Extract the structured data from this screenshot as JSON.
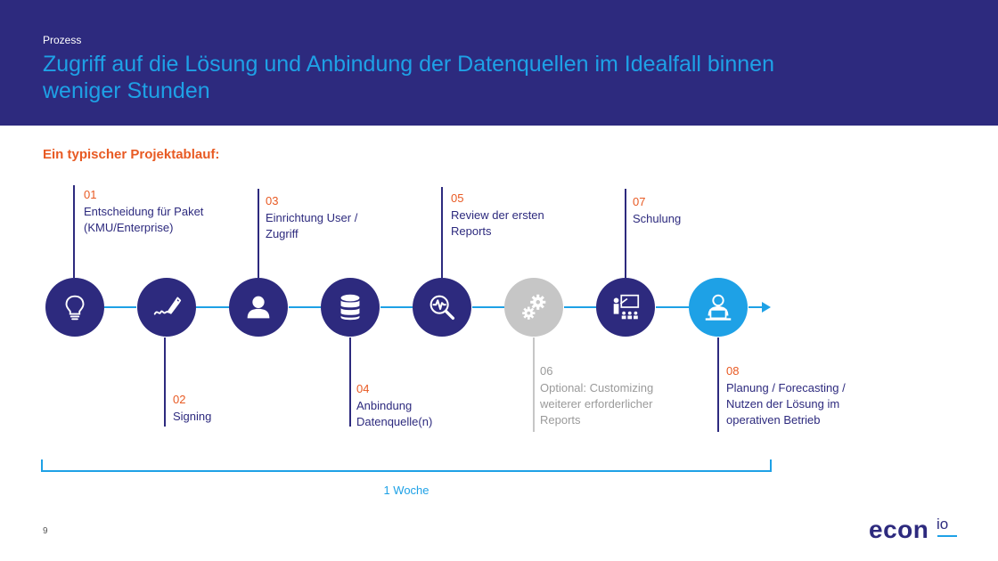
{
  "header": {
    "kicker": "Prozess",
    "title": "Zugriff auf die Lösung und Anbindung der Datenquellen im Idealfall binnen weniger Stunden"
  },
  "subtitle": "Ein typischer Projektablauf:",
  "steps": [
    {
      "num": "01",
      "text": "Entscheidung für Paket (KMU/Enterprise)",
      "icon": "lightbulb-icon"
    },
    {
      "num": "02",
      "text": "Signing",
      "icon": "signature-pen-icon"
    },
    {
      "num": "03",
      "text": "Einrichtung User / Zugriff",
      "icon": "user-icon"
    },
    {
      "num": "04",
      "text": "Anbindung Datenquelle(n)",
      "icon": "database-icon"
    },
    {
      "num": "05",
      "text": "Review der ersten Reports",
      "icon": "magnifier-pulse-icon"
    },
    {
      "num": "06",
      "text": "Optional: Customizing weiterer erforderlicher Reports",
      "icon": "gears-icon"
    },
    {
      "num": "07",
      "text": "Schulung",
      "icon": "presentation-icon"
    },
    {
      "num": "08",
      "text": "Planung / Forecasting / Nutzen der Lösung im operativen Betrieb",
      "icon": "user-laptop-icon"
    }
  ],
  "timeline_label": "1 Woche",
  "page_number": "9",
  "logo": {
    "main": "econ",
    "sup": "io"
  },
  "colors": {
    "header_bg": "#2d2a7e",
    "accent_blue": "#1ea1e6",
    "accent_orange": "#e85a23",
    "optional_grey": "#c6c6c6"
  }
}
